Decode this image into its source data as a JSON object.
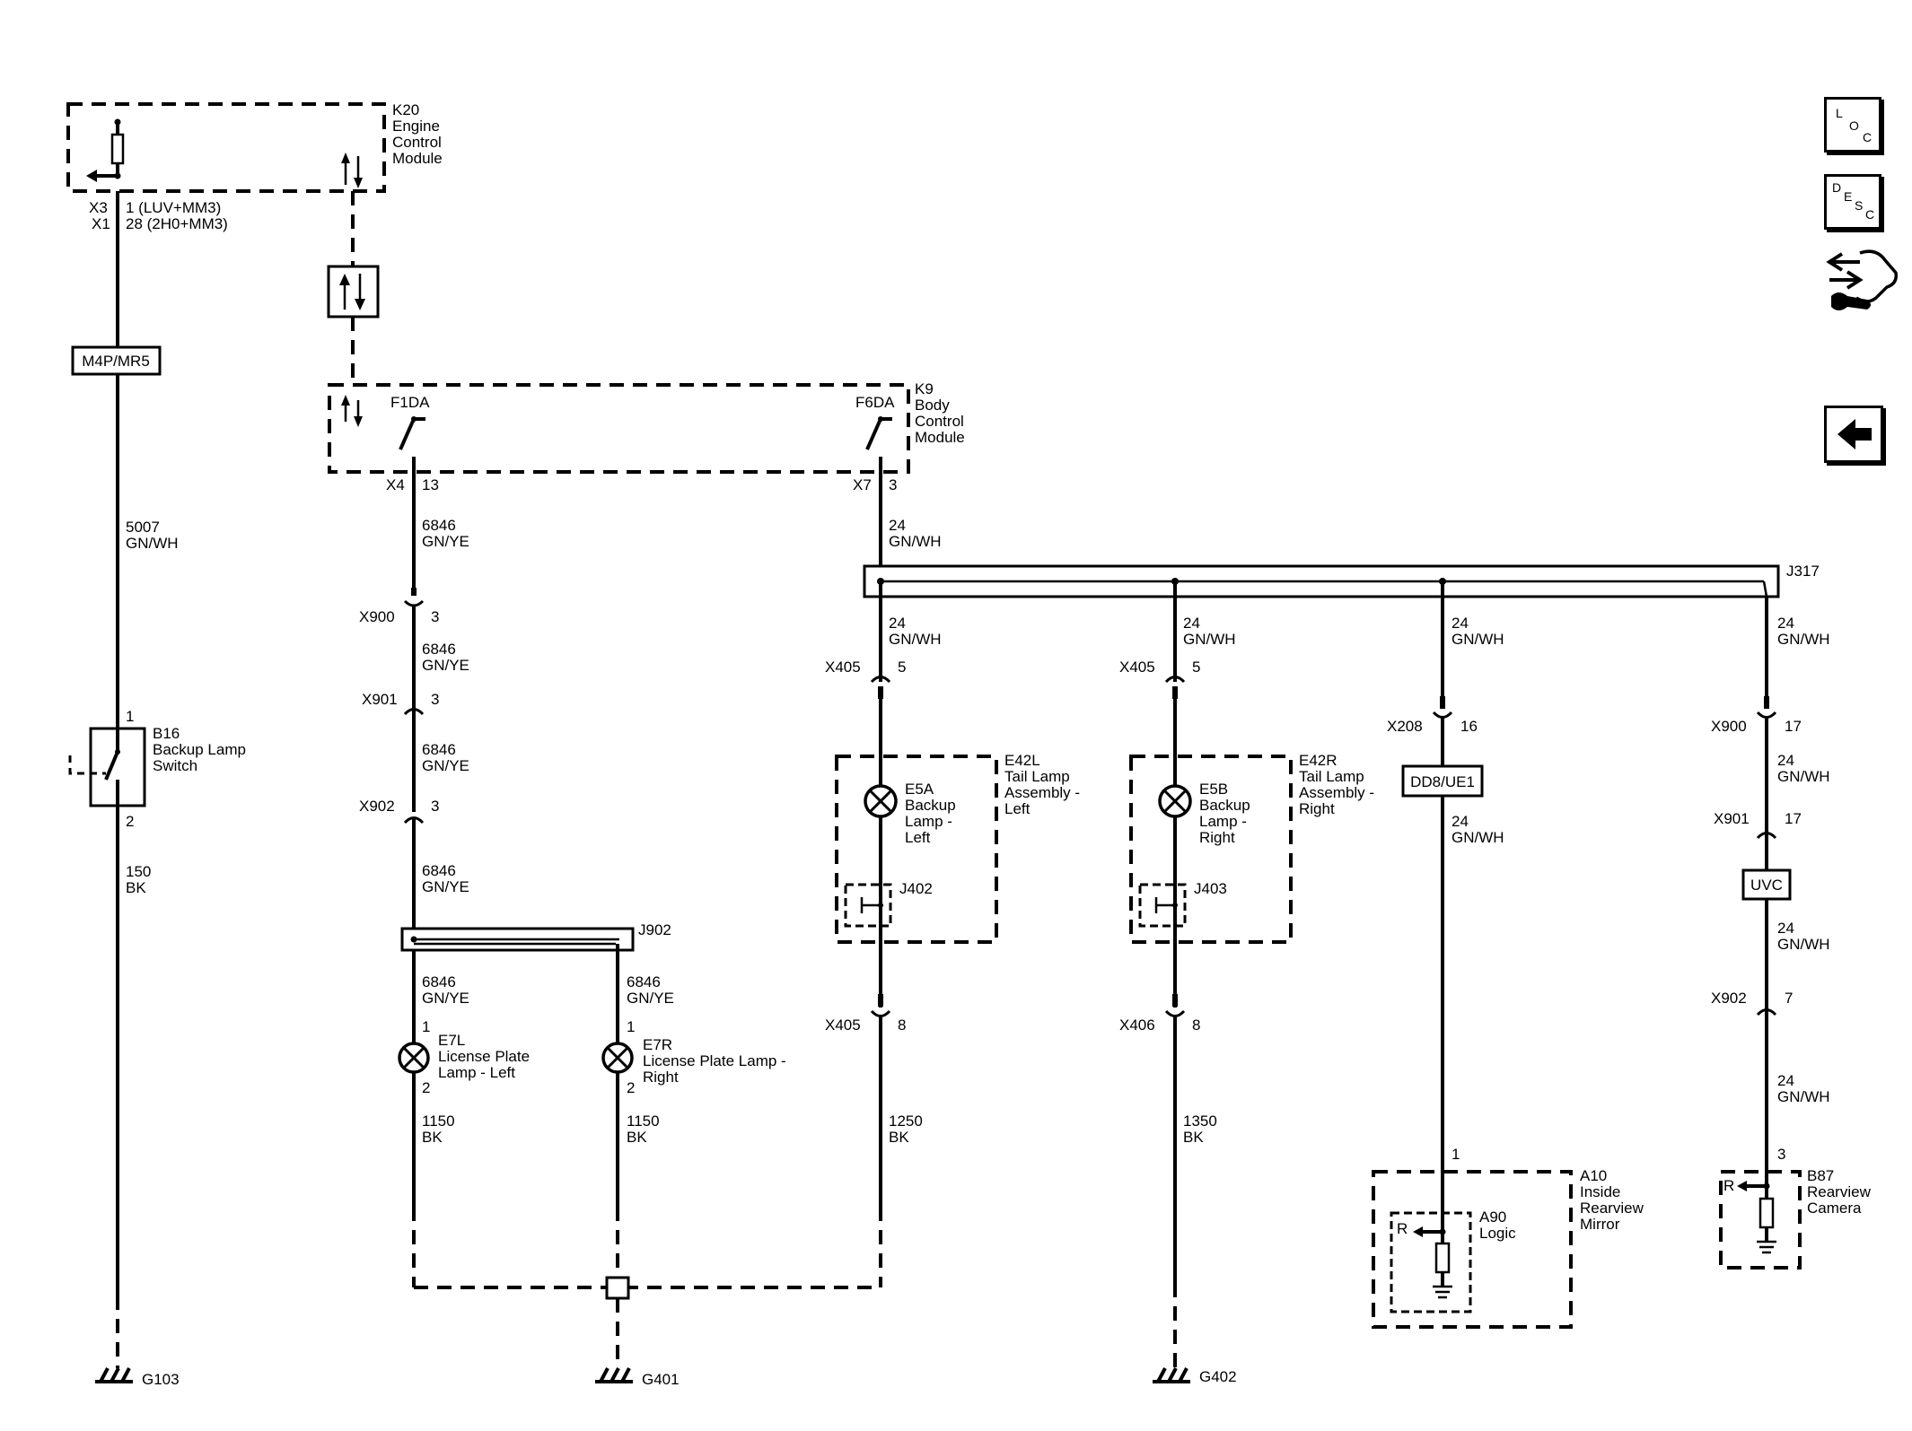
{
  "k20": {
    "id": "K20",
    "l1": "Engine",
    "l2": "Control",
    "l3": "Module",
    "conn1": "X3",
    "pin1": "1 (LUV+MM3)",
    "conn2": "X1",
    "pin2": "28 (2H0+MM3)"
  },
  "k9": {
    "id": "K9",
    "l1": "Body",
    "l2": "Control",
    "l3": "Module",
    "out1": "F1DA",
    "out2": "F6DA",
    "conn1": "X4",
    "pin1": "13",
    "conn2": "X7",
    "pin2": "3"
  },
  "labels": {
    "m4p": "M4P/MR5",
    "dd8": "DD8/UE1",
    "uvc": "UVC",
    "j317": "J317",
    "j902": "J902",
    "j402": "J402",
    "j403": "J403"
  },
  "wire1": {
    "c": "5007",
    "col": "GN/WH"
  },
  "wire2": {
    "c": "150",
    "col": "BK"
  },
  "wire3": {
    "c": "6846",
    "col": "GN/YE"
  },
  "wire4": {
    "c": "24",
    "col": "GN/WH"
  },
  "wire5": {
    "c": "1150",
    "col": "BK"
  },
  "wire6": {
    "c": "1250",
    "col": "BK"
  },
  "wire7": {
    "c": "1350",
    "col": "BK"
  },
  "b16": {
    "id": "B16",
    "l1": "Backup Lamp",
    "l2": "Switch",
    "p1": "1",
    "p2": "2"
  },
  "e7l": {
    "id": "E7L",
    "l1": "License Plate",
    "l2": "Lamp - Left",
    "p1": "1",
    "p2": "2"
  },
  "e7r": {
    "id": "E7R",
    "l1": "License Plate Lamp -",
    "l2": "Right",
    "p1": "1",
    "p2": "2"
  },
  "e42l": {
    "id": "E42L",
    "l1": "Tail Lamp",
    "l2": "Assembly -",
    "l3": "Left"
  },
  "e42r": {
    "id": "E42R",
    "l1": "Tail Lamp",
    "l2": "Assembly -",
    "l3": "Right"
  },
  "e5a": {
    "id": "E5A",
    "l1": "Backup",
    "l2": "Lamp -",
    "l3": "Left"
  },
  "e5b": {
    "id": "E5B",
    "l1": "Backup",
    "l2": "Lamp -",
    "l3": "Right"
  },
  "a10": {
    "id": "A10",
    "l1": "Inside",
    "l2": "Rearview",
    "l3": "Mirror",
    "pin": "1"
  },
  "a90": {
    "id": "A90",
    "l1": "Logic",
    "r": "R"
  },
  "b87": {
    "id": "B87",
    "l1": "Rearview",
    "l2": "Camera",
    "pin": "3",
    "r": "R"
  },
  "inline": {
    "x900": "X900",
    "x901": "X901",
    "x902": "X902",
    "x405": "X405",
    "x406": "X406",
    "x208": "X208",
    "p3": "3",
    "p5": "5",
    "p8": "8",
    "p16": "16",
    "p17": "17",
    "p7": "7"
  },
  "grounds": {
    "g103": "G103",
    "g401": "G401",
    "g402": "G402"
  },
  "side": {
    "loc": {
      "a": "L",
      "b": "O",
      "c": "C"
    },
    "desc": {
      "a": "D",
      "b": "E",
      "c": "S",
      "d": "C"
    }
  }
}
